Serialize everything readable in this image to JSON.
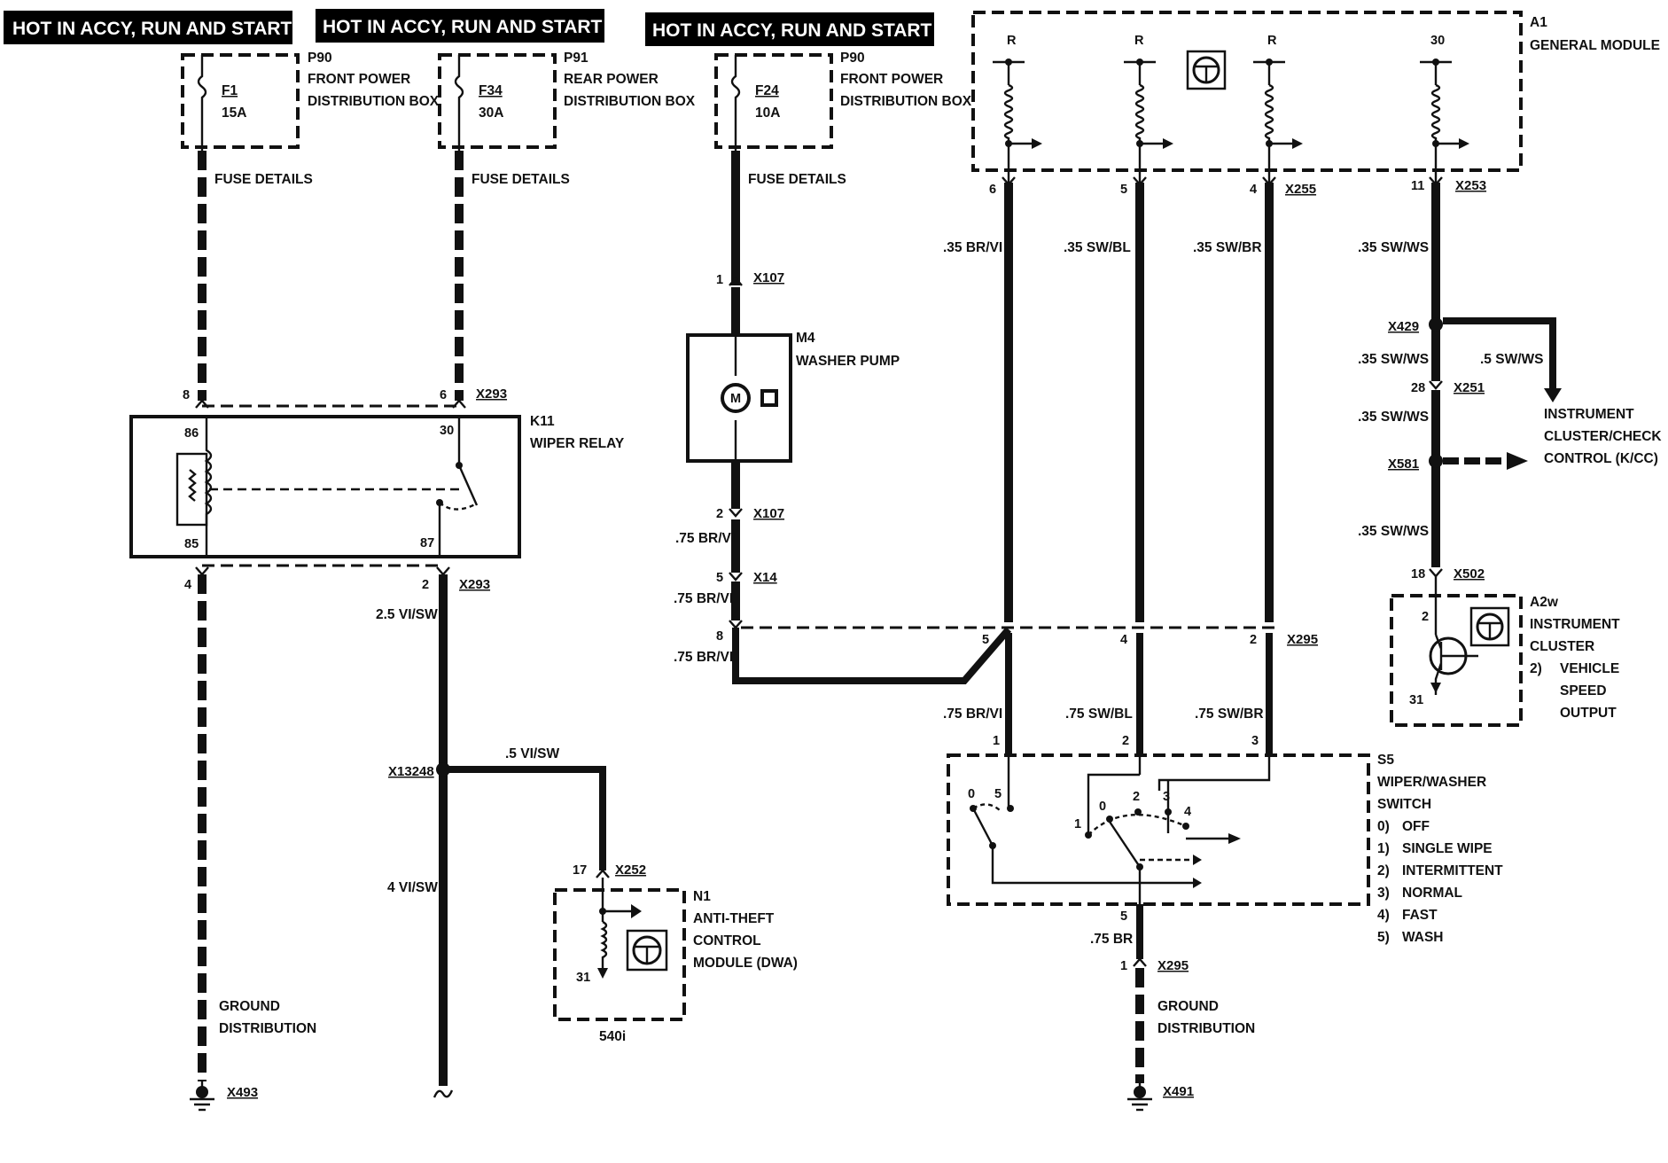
{
  "banners": [
    "HOT IN ACCY, RUN AND START",
    "HOT IN ACCY, RUN AND START",
    "HOT IN ACCY, RUN AND START"
  ],
  "fuse_boxes": [
    {
      "id": "P90",
      "line1": "FRONT POWER",
      "line2": "DISTRIBUTION BOX",
      "fuse": "F1",
      "rating": "15A",
      "details": "FUSE DETAILS"
    },
    {
      "id": "P91",
      "line1": "REAR POWER",
      "line2": "DISTRIBUTION BOX",
      "fuse": "F34",
      "rating": "30A",
      "details": "FUSE DETAILS"
    },
    {
      "id": "P90",
      "line1": "FRONT POWER",
      "line2": "DISTRIBUTION BOX",
      "fuse": "F24",
      "rating": "10A",
      "details": "FUSE DETAILS"
    }
  ],
  "relay": {
    "id": "K11",
    "name": "WIPER RELAY",
    "pins": {
      "p86": "86",
      "p85": "85",
      "p30": "30",
      "p87": "87"
    },
    "conn_pins": {
      "top_left": "8",
      "top_right": "6",
      "bottom_left": "4",
      "bottom_right": "2"
    },
    "connector": "X293",
    "connector_bottom": "X293",
    "wire_out": "2.5 VI/SW"
  },
  "ground_left": {
    "label1": "GROUND",
    "label2": "DISTRIBUTION",
    "connector": "X493"
  },
  "splice": {
    "id": "X13248",
    "wire_branch": ".5 VI/SW",
    "wire_down": "4 VI/SW"
  },
  "antitheft": {
    "id": "N1",
    "line1": "ANTI-THEFT",
    "line2": "CONTROL",
    "line3": "MODULE (DWA)",
    "pin": "17",
    "connector": "X252",
    "ground_pin": "31",
    "note": "540i"
  },
  "washer_pump": {
    "id": "M4",
    "name": "WASHER PUMP",
    "motor": "M",
    "pin_top": "1",
    "conn_top": "X107",
    "pin_bottom": "2",
    "conn_bottom": "X107",
    "wire1": ".75 BR/VI",
    "pin_x14": "5",
    "conn_x14": "X14",
    "wire2": ".75 BR/VI",
    "pin_8": "8",
    "wire3": ".75 BR/VI"
  },
  "general_module": {
    "id": "A1",
    "name": "GENERAL MODULE",
    "pins_top": [
      "R",
      "R",
      "R",
      "30"
    ],
    "pins_out": [
      "6",
      "5",
      "4",
      "11"
    ],
    "conn_left": "X255",
    "conn_right": "X253",
    "wires": [
      ".35  BR/VI",
      ".35  SW/BL",
      ".35  SW/BR",
      ".35 SW/WS"
    ]
  },
  "cluster_branch": {
    "x429": "X429",
    "wire_a": ".35 SW/WS",
    "wire_branch": ".5 SW/WS",
    "pin28": "28",
    "x251": "X251",
    "wire_b": ".35 SW/WS",
    "x581": "X581",
    "wire_c": ".35 SW/WS",
    "kcc_line1": "INSTRUMENT",
    "kcc_line2": "CLUSTER/CHECK",
    "kcc_line3": "CONTROL (K/CC)",
    "pin18": "18",
    "x502": "X502"
  },
  "instrument_cluster": {
    "id": "A2w",
    "line1": "INSTRUMENT",
    "line2": "CLUSTER",
    "line3": "2)",
    "line3b": "VEHICLE",
    "line4": "SPEED",
    "line5": "OUTPUT",
    "pin2": "2",
    "pin31": "31"
  },
  "x295": {
    "pins": [
      "5",
      "4",
      "2"
    ],
    "connector": "X295",
    "wires": [
      ".75 BR/VI",
      ".75 SW/BL",
      ".75 SW/BR"
    ],
    "switch_pins": [
      "1",
      "2",
      "3"
    ]
  },
  "switch": {
    "id": "S5",
    "line1": "WIPER/WASHER",
    "line2": "SWITCH",
    "positions": [
      {
        "n": "0)",
        "t": "OFF"
      },
      {
        "n": "1)",
        "t": "SINGLE WIPE"
      },
      {
        "n": "2)",
        "t": "INTERMITTENT"
      },
      {
        "n": "3)",
        "t": "NORMAL"
      },
      {
        "n": "4)",
        "t": "FAST"
      },
      {
        "n": "5)",
        "t": "WASH"
      }
    ],
    "contacts_left": [
      "0",
      "5"
    ],
    "contacts_right": [
      "1",
      "0",
      "2",
      "3",
      "4"
    ],
    "pin_out": "5",
    "wire_out": ".75 BR",
    "pin_x295": "1",
    "conn_x295": "X295"
  },
  "ground_right": {
    "label1": "GROUND",
    "label2": "DISTRIBUTION",
    "connector": "X491"
  }
}
